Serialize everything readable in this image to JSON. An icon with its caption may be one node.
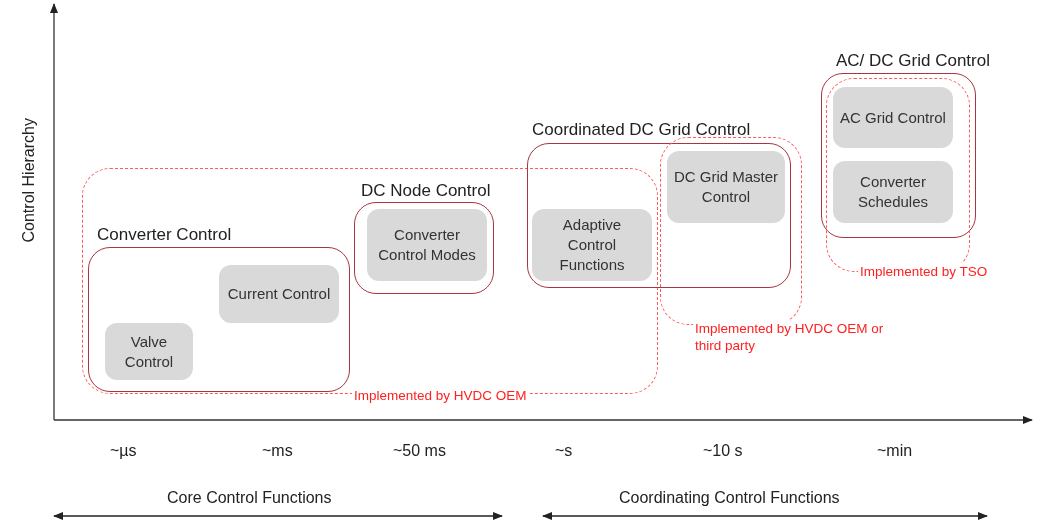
{
  "diagram": {
    "nodes": [
      {
        "text": [
          "Implemented by HVDC OEM"
        ]
      },
      {
        "text": [
          "Converter Control"
        ],
        "in": 0
      },
      {
        "text": [
          "Valve Control"
        ],
        "in": 1
      },
      {
        "text": [
          "Current Control"
        ],
        "in": 1
      },
      {
        "text": [
          "DC Node Control"
        ],
        "in": 0
      },
      {
        "text": [
          "Converter Control Modes"
        ],
        "in": 4
      },
      {
        "text": [
          "Coordinated DC Grid Control"
        ]
      },
      {
        "text": [
          "Adaptive Control Functions"
        ]
      },
      {
        "text": [
          "Implemented by HVDC OEM or third party"
        ]
      },
      {
        "text": [
          "DC Grid Master Control"
        ]
      },
      {
        "text": [
          "AC/ DC Grid Control"
        ]
      },
      {
        "text": [
          "Implemented by TSO"
        ]
      },
      {
        "text": [
          "AC Grid Control"
        ],
        "in": 10
      },
      {
        "text": [
          "Converter Schedules"
        ],
        "in": 10
      }
    ],
    "labels": [
      "Control Hierarchy",
      "~µs",
      "~ms",
      "~50 ms",
      "~s",
      "~10 s",
      "~min",
      "Core Control Functions",
      "Coordinating Control Functions"
    ]
  }
}
